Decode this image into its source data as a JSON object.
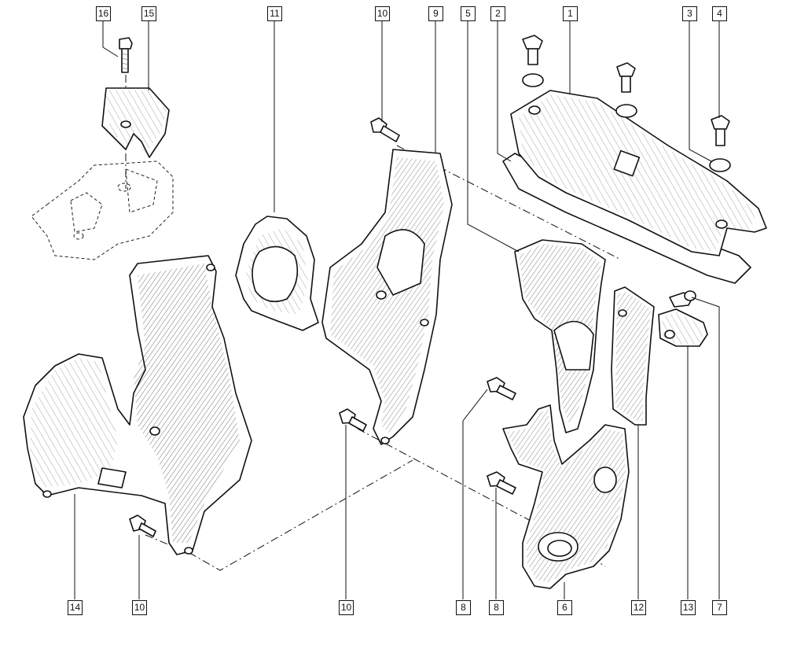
{
  "diagram": {
    "callouts": [
      {
        "id": "c16",
        "number": "16"
      },
      {
        "id": "c15",
        "number": "15"
      },
      {
        "id": "c11",
        "number": "11"
      },
      {
        "id": "c10a",
        "number": "10"
      },
      {
        "id": "c9",
        "number": "9"
      },
      {
        "id": "c5",
        "number": "5"
      },
      {
        "id": "c2",
        "number": "2"
      },
      {
        "id": "c1",
        "number": "1"
      },
      {
        "id": "c3",
        "number": "3"
      },
      {
        "id": "c4",
        "number": "4"
      },
      {
        "id": "c14",
        "number": "14"
      },
      {
        "id": "c10b",
        "number": "10"
      },
      {
        "id": "c10c",
        "number": "10"
      },
      {
        "id": "c8a",
        "number": "8"
      },
      {
        "id": "c8b",
        "number": "8"
      },
      {
        "id": "c6",
        "number": "6"
      },
      {
        "id": "c12",
        "number": "12"
      },
      {
        "id": "c13",
        "number": "13"
      },
      {
        "id": "c7",
        "number": "7"
      }
    ]
  }
}
